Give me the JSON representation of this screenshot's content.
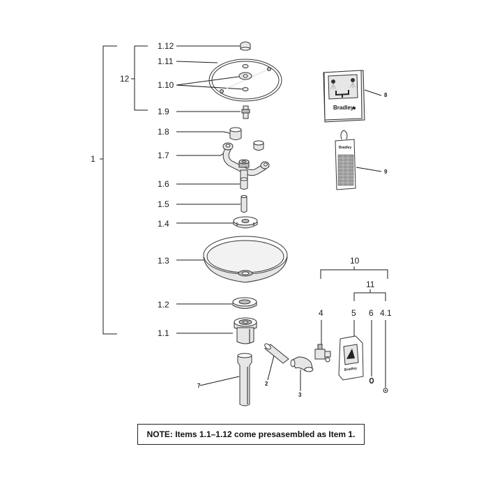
{
  "callouts": {
    "c1": "1",
    "c1_1": "1.1",
    "c1_2": "1.2",
    "c1_3": "1.3",
    "c1_4": "1.4",
    "c1_5": "1.5",
    "c1_6": "1.6",
    "c1_7": "1.7",
    "c1_8": "1.8",
    "c1_9": "1.9",
    "c1_10": "1.10",
    "c1_11": "1.11",
    "c1_12": "1.12",
    "c12": "12",
    "c2": "2",
    "c3": "3",
    "c4": "4",
    "c5": "5",
    "c6": "6",
    "c4_1": "4.1",
    "c7": "7",
    "c8": "8",
    "c9": "9",
    "c10": "10",
    "c11": "11"
  },
  "sign": {
    "brand": "Bradley"
  },
  "tag": {
    "brand": "Bradley"
  },
  "kit": {
    "brand": "Bradley"
  },
  "note": "NOTE: Items 1.1–1.12 come presasembled as Item 1."
}
